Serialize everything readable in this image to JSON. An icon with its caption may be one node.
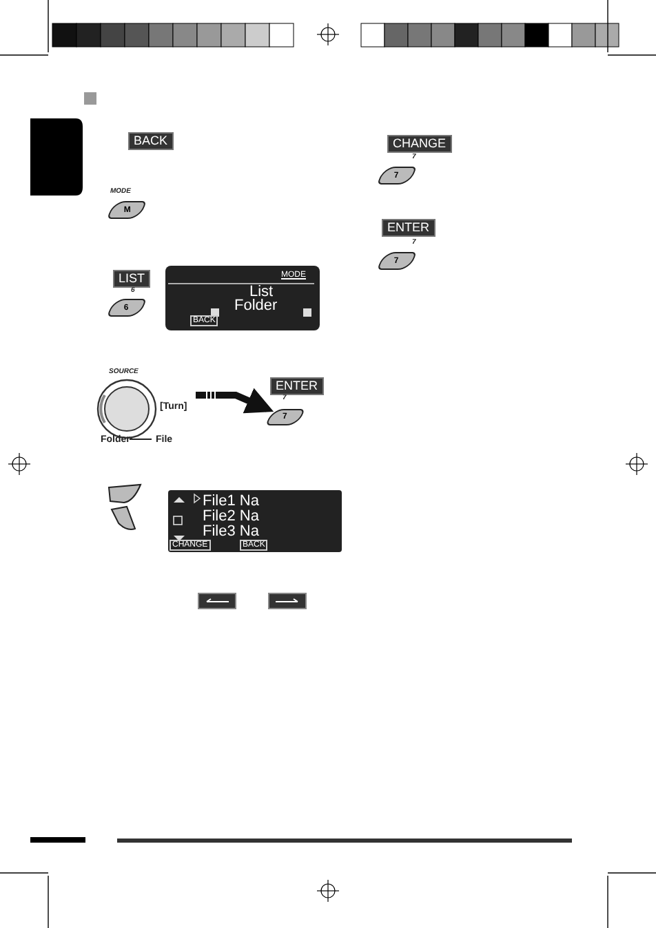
{
  "diagram": {
    "nodes": [
      {
        "text": [],
        "shape": "circle",
        "beside": [
          "[Turn]"
        ]
      },
      {
        "text": [
          "7"
        ]
      }
    ],
    "edges": [
      {
        "from": 0,
        "to": 1,
        "arrow": "to"
      }
    ],
    "labels": [
      "BACK",
      "MODE",
      "M",
      "LIST",
      "6",
      "6",
      "MODE",
      "List",
      "Folder",
      "BACK",
      "SOURCE",
      "Folder",
      "File",
      "ENTER",
      "7",
      "File1 Na",
      "File2 Na",
      "File3 Na",
      "CHANGE",
      "BACK",
      "CHANGE",
      "7",
      "7",
      "ENTER",
      "7",
      "7"
    ]
  }
}
